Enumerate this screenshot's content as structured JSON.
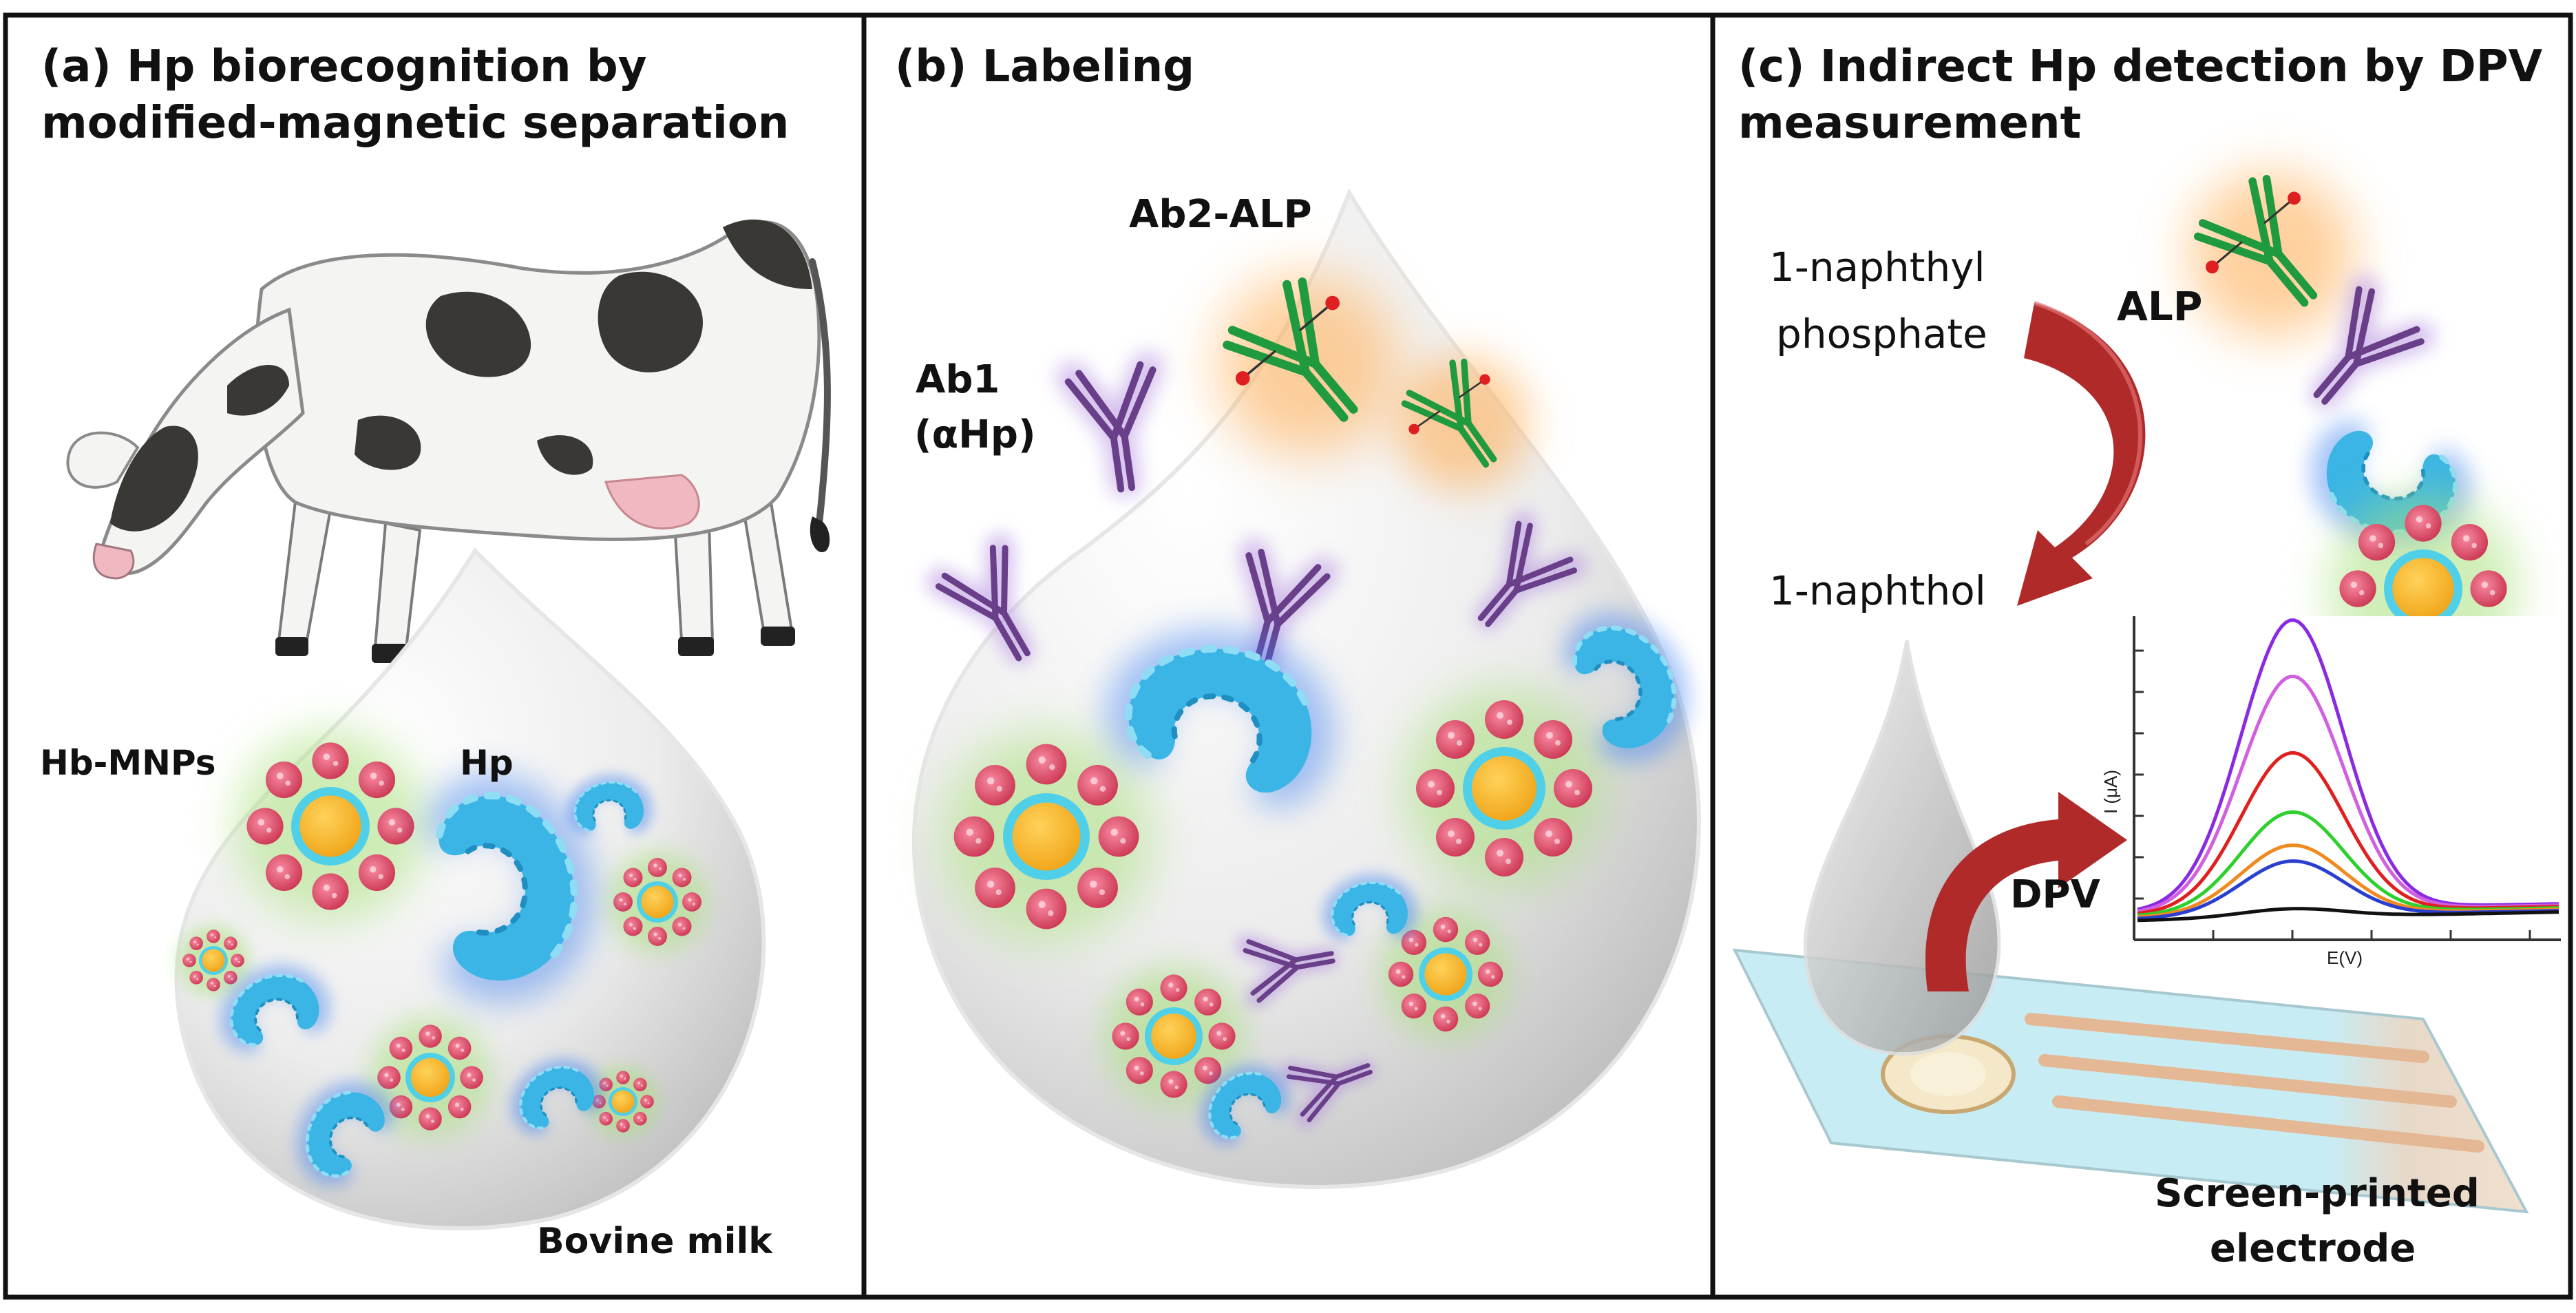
{
  "panels": {
    "a": {
      "title_line1": "(a) Hp biorecognition by",
      "title_line2": "modified-magnetic separation",
      "label_hbmnps": "Hb-MNPs",
      "label_hp": "Hp",
      "label_milk": "Bovine milk",
      "icons": [
        "cow-icon",
        "droplet-icon",
        "magnetic-nanoparticle-icon",
        "haptoglobin-protein-icon"
      ]
    },
    "b": {
      "title": "(b) Labeling",
      "label_ab2": "Ab2-ALP",
      "label_ab1_line1": "Ab1",
      "label_ab1_line2": "(αHp)",
      "icons": [
        "droplet-icon",
        "antibody-icon",
        "enzyme-labeled-antibody-icon",
        "magnetic-nanoparticle-icon",
        "haptoglobin-protein-icon"
      ]
    },
    "c": {
      "title_line1": "(c) Indirect Hp detection by DPV",
      "title_line2": "measurement",
      "label_substrate_line1": "1-naphthyl",
      "label_substrate_line2": "phosphate",
      "label_product": "1-naphthol",
      "label_alp": "ALP",
      "label_dpv": "DPV",
      "label_electrode_line1": "Screen-printed",
      "label_electrode_line2": "electrode",
      "icons": [
        "curved-arrow-icon",
        "droplet-icon",
        "screen-printed-electrode-icon",
        "sandwich-complex-icon"
      ]
    }
  },
  "colors": {
    "border": "#111111",
    "antibody_green": "#1f9a3f",
    "antibody_purple": "#6a3f8a",
    "protein_blue": "#3bb5e5",
    "core_yellow": "#f7b92a",
    "shell_cyan": "#4fd0e8",
    "particle_pink": "#e0506a",
    "glow_green": "#b8e58a",
    "glow_orange": "#ffb45c",
    "arrow_red": "#b02a2a"
  },
  "chart_data": {
    "type": "line",
    "title": "",
    "xlabel": "E(V)",
    "ylabel": "I (μA)",
    "series_colors": [
      "#8a2be2",
      "#d060e0",
      "#e02020",
      "#2ed02e",
      "#f08a20",
      "#2a3fd0",
      "#111111"
    ],
    "peak_heights_relative": [
      1.0,
      0.81,
      0.55,
      0.35,
      0.24,
      0.19,
      0.03
    ]
  }
}
